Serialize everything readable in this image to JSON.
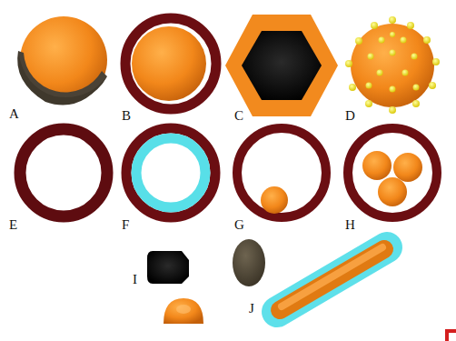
{
  "diagram": {
    "labels": [
      "A",
      "B",
      "C",
      "D",
      "E",
      "F",
      "G",
      "H",
      "I",
      "J"
    ]
  }
}
